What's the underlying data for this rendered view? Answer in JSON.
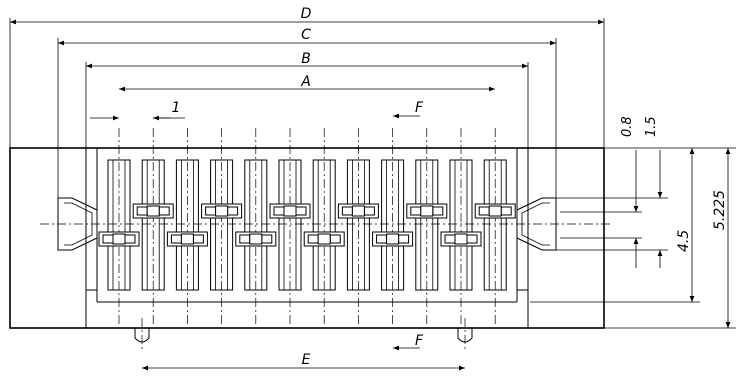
{
  "drawing": {
    "labels": {
      "D": "D",
      "C": "C",
      "B": "B",
      "A": "A",
      "pitch": "1",
      "F_top": "F",
      "F_bottom": "F",
      "E": "E",
      "dim_0_8": "0.8",
      "dim_1_5": "1.5",
      "dim_4_5": "4.5",
      "dim_5_225": "5.225"
    },
    "contact_count": 12
  }
}
